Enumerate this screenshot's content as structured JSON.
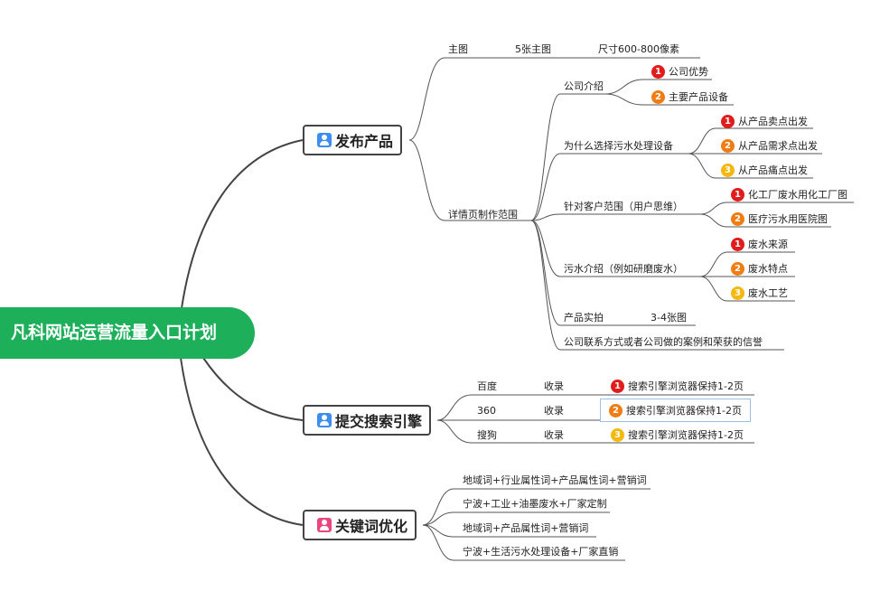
{
  "root": {
    "title": "凡科网站运营流量入口计划",
    "color": "#1daf5a"
  },
  "branches": {
    "publish": {
      "label": "发布产品",
      "icon": "person-icon",
      "icon_color": "#3d8ef0"
    },
    "search": {
      "label": "提交搜索引擎",
      "icon": "person-icon",
      "icon_color": "#3d8ef0"
    },
    "keywords": {
      "label": "关键词优化",
      "icon": "person-icon",
      "icon_color": "#e8467c"
    }
  },
  "publish": {
    "main_image": {
      "label": "主图",
      "count": "5张主图",
      "size": "尺寸600-800像素"
    },
    "detail": {
      "label": "详情页制作范围",
      "company_intro": {
        "label": "公司介绍",
        "items": [
          "公司优势",
          "主要产品设备"
        ]
      },
      "why_choose": {
        "label": "为什么选择污水处理设备",
        "items": [
          "从产品卖点出发",
          "从产品需求点出发",
          "从产品痛点出发"
        ]
      },
      "customer_scope": {
        "label": "针对客户范围（用户思维）",
        "items": [
          "化工厂废水用化工厂图",
          "医疗污水用医院图"
        ]
      },
      "sewage_intro": {
        "label": "污水介绍（例如研磨废水）",
        "items": [
          "废水来源",
          "废水特点",
          "废水工艺"
        ]
      },
      "photos": {
        "label": "产品实拍",
        "value": "3-4张图"
      },
      "contact": {
        "label": "公司联系方式或者公司做的案例和荣获的信誉"
      }
    }
  },
  "search": {
    "engines": [
      {
        "name": "百度",
        "status": "收录",
        "note": "搜索引擎浏览器保持1-2页"
      },
      {
        "name": "360",
        "status": "收录",
        "note": "搜索引擎浏览器保持1-2页"
      },
      {
        "name": "搜狗",
        "status": "收录",
        "note": "搜索引擎浏览器保持1-2页"
      }
    ]
  },
  "keywords": {
    "items": [
      "地域词+行业属性词+产品属性词+营销词",
      "宁波+工业+油墨废水+厂家定制",
      "地域词+产品属性词+营销词",
      "宁波+生活污水处理设备+厂家直销"
    ]
  },
  "badges": {
    "1": "1",
    "2": "2",
    "3": "3"
  },
  "colors": {
    "line": "#444444",
    "badge1": "#e21b1b",
    "badge2": "#f07c12",
    "badge3": "#f5b80f"
  }
}
